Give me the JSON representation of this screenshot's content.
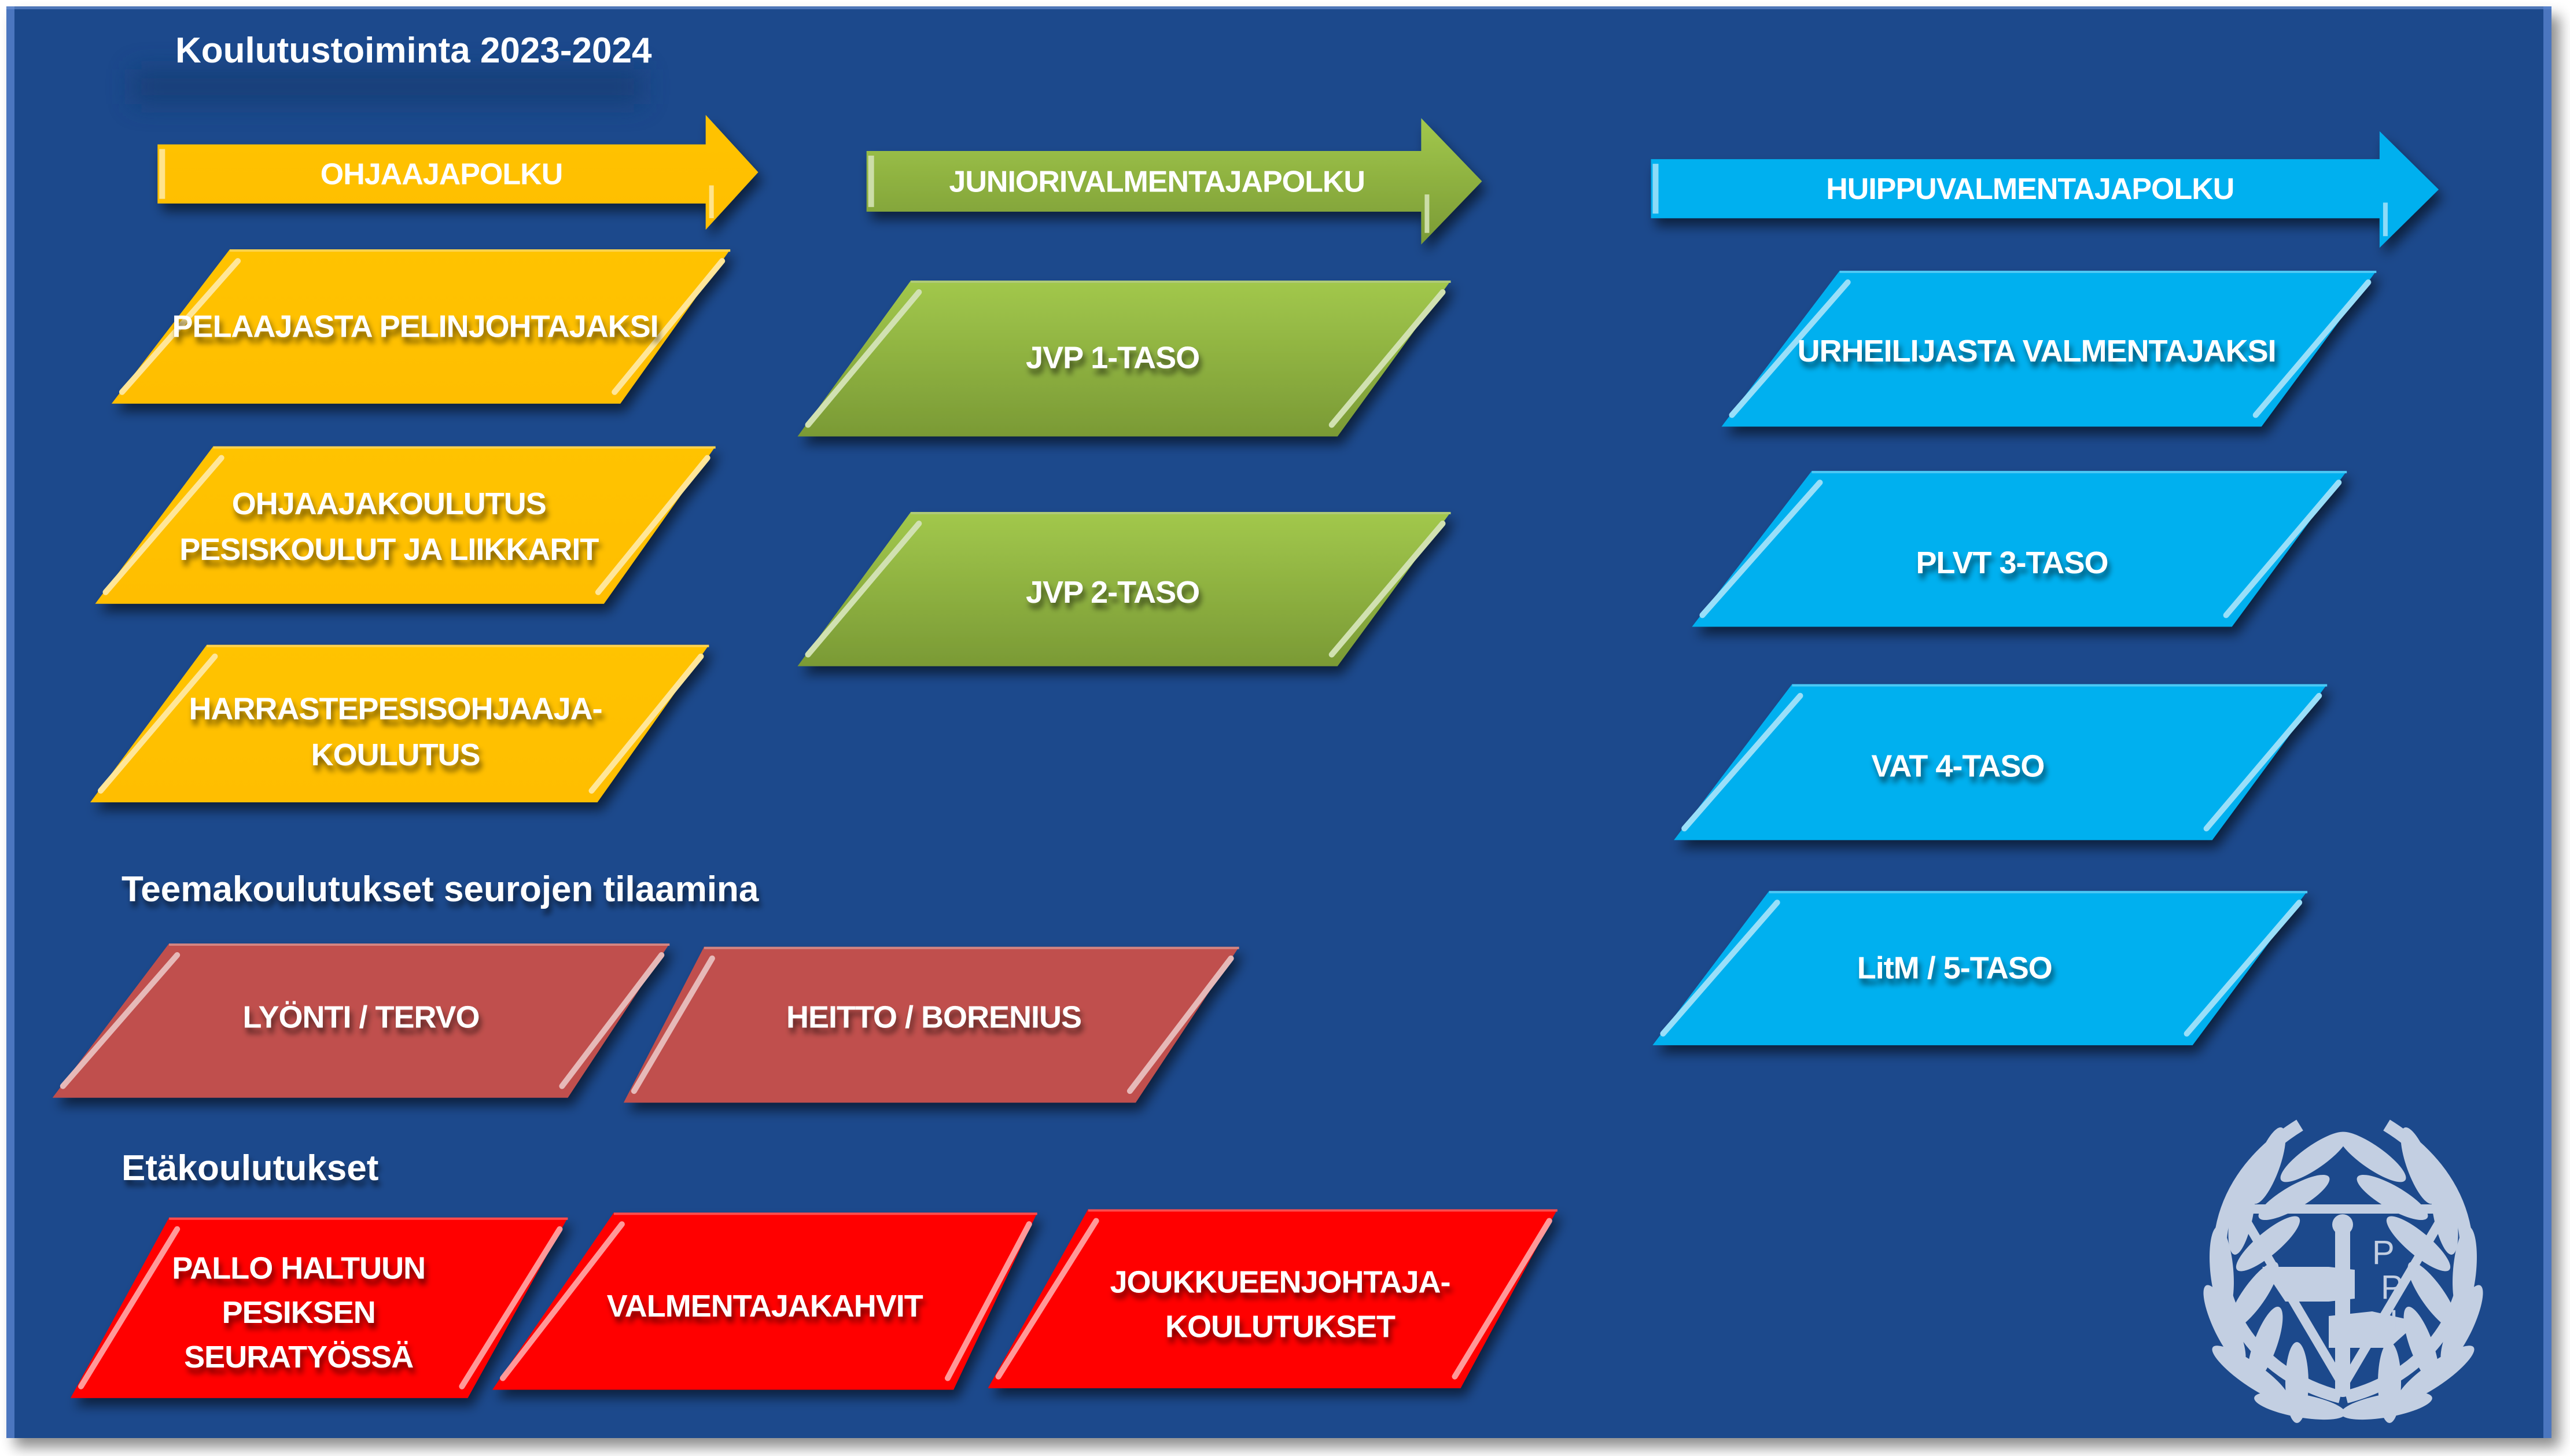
{
  "title": "Koulutustoiminta 2023-2024",
  "colors": {
    "background": "#1F4A8C",
    "ohjaaja": "#FFC000",
    "junior": "#8DB43D",
    "huippu": "#00B0EF",
    "teema": "#C0504D",
    "eta": "#FF0000",
    "text": "#FFFFFF",
    "logo": "#C3CFE2"
  },
  "paths": [
    {
      "id": "ohjaaja",
      "label": "OHJAAJAPOLKU",
      "items": [
        {
          "lines": [
            "PELAAJASTA PELINJOHTAJAKSI"
          ]
        },
        {
          "lines": [
            "OHJAAJAKOULUTUS",
            "PESISKOULUT JA LIIKKARIT"
          ]
        },
        {
          "lines": [
            "HARRASTEPESISOHJAAJA-",
            "KOULUTUS"
          ]
        }
      ]
    },
    {
      "id": "junior",
      "label": "JUNIORIVALMENTAJAPOLKU",
      "items": [
        {
          "lines": [
            "JVP 1-TASO"
          ]
        },
        {
          "lines": [
            "JVP 2-TASO"
          ]
        }
      ]
    },
    {
      "id": "huippu",
      "label": "HUIPPUVALMENTAJAPOLKU",
      "items": [
        {
          "lines": [
            "URHEILIJASTA VALMENTAJAKSI"
          ]
        },
        {
          "lines": [
            "PLVT 3-TASO"
          ]
        },
        {
          "lines": [
            "VAT 4-TASO"
          ]
        },
        {
          "lines": [
            "LitM / 5-TASO"
          ]
        }
      ]
    }
  ],
  "sections": [
    {
      "id": "teema",
      "heading": "Teemakoulutukset seurojen tilaamina",
      "items": [
        {
          "lines": [
            "LYÖNTI / TERVO"
          ]
        },
        {
          "lines": [
            "HEITTO / BORENIUS"
          ]
        }
      ]
    },
    {
      "id": "eta",
      "heading": "Etäkoulutukset",
      "items": [
        {
          "lines": [
            "PALLO HALTUUN",
            "PESIKSEN",
            "SEURATYÖSSÄ"
          ]
        },
        {
          "lines": [
            "VALMENTAJAKAHVIT"
          ]
        },
        {
          "lines": [
            "JOUKKUEENJOHTAJA-",
            "KOULUTUKSET"
          ]
        }
      ]
    }
  ],
  "logo": {
    "letters": [
      "P",
      "P",
      "L"
    ],
    "icon": "ppl-emblem-icon"
  }
}
